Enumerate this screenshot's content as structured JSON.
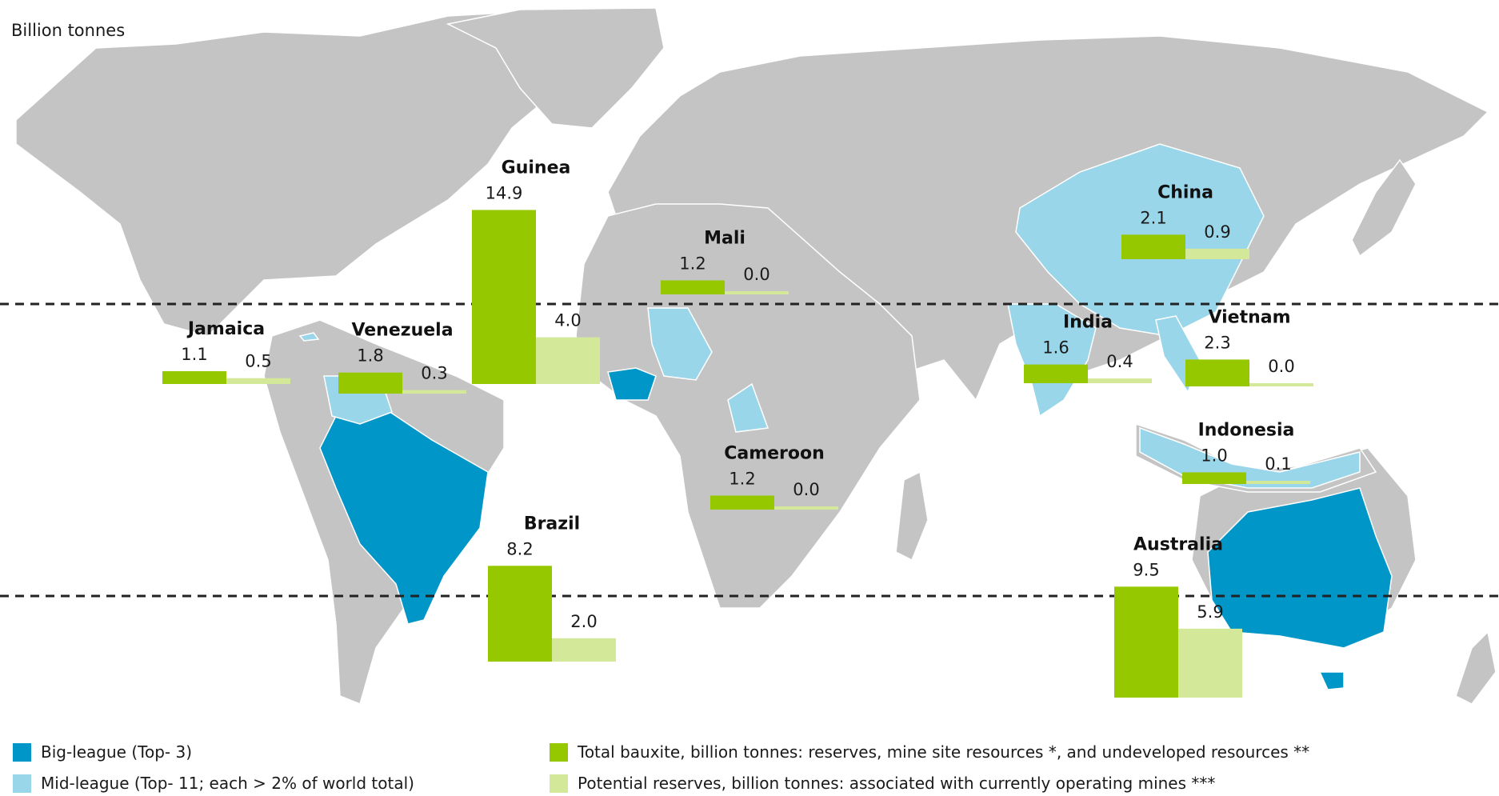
{
  "unit_label": "Billion tonnes",
  "colors": {
    "land": "#c4c4c4",
    "big_league": "#0096c8",
    "mid_league": "#9ad6ea",
    "total_bauxite": "#96c800",
    "potential_reserves": "#d4e89a"
  },
  "legend": {
    "big_league": "Big-league (Top- 3)",
    "mid_league": "Mid-league (Top- 11; each > 2% of world total)",
    "total_bauxite": "Total bauxite, billion tonnes: reserves, mine site resources *, and undeveloped resources **",
    "potential_reserves": "Potential reserves, billion tonnes: associated with currently operating mines ***"
  },
  "chart_data": {
    "type": "bar",
    "series": [
      {
        "name": "Total bauxite, billion tonnes: reserves, mine site resources *, and undeveloped resources **"
      },
      {
        "name": "Potential reserves, billion tonnes: associated with currently operating mines ***"
      }
    ],
    "countries": [
      {
        "name": "Guinea",
        "league": "big",
        "total": "14.9",
        "potential": "4.0"
      },
      {
        "name": "Australia",
        "league": "big",
        "total": "9.5",
        "potential": "5.9"
      },
      {
        "name": "Brazil",
        "league": "big",
        "total": "8.2",
        "potential": "2.0"
      },
      {
        "name": "Vietnam",
        "league": "mid",
        "total": "2.3",
        "potential": "0.0"
      },
      {
        "name": "China",
        "league": "mid",
        "total": "2.1",
        "potential": "0.9"
      },
      {
        "name": "Venezuela",
        "league": "mid",
        "total": "1.8",
        "potential": "0.3"
      },
      {
        "name": "India",
        "league": "mid",
        "total": "1.6",
        "potential": "0.4"
      },
      {
        "name": "Mali",
        "league": "mid",
        "total": "1.2",
        "potential": "0.0"
      },
      {
        "name": "Cameroon",
        "league": "mid",
        "total": "1.2",
        "potential": "0.0"
      },
      {
        "name": "Jamaica",
        "league": "mid",
        "total": "1.1",
        "potential": "0.5"
      },
      {
        "name": "Indonesia",
        "league": "mid",
        "total": "1.0",
        "potential": "0.1"
      }
    ]
  }
}
